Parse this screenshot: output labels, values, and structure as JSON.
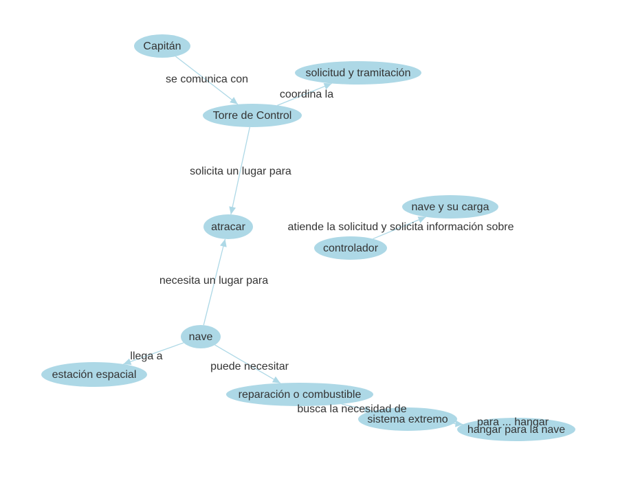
{
  "colors": {
    "node_fill": "#add8e6",
    "edge_stroke": "#add8e6",
    "text": "#333333"
  },
  "nodes": [
    {
      "id": "capitan",
      "label": "Capitán"
    },
    {
      "id": "torre",
      "label": "Torre de Control"
    },
    {
      "id": "solicitud",
      "label": "solicitud y tramitación"
    },
    {
      "id": "atracar",
      "label": "atracar"
    },
    {
      "id": "nave_carga",
      "label": "nave y su carga"
    },
    {
      "id": "controlador",
      "label": "controlador"
    },
    {
      "id": "nave",
      "label": "nave"
    },
    {
      "id": "estacion",
      "label": "estación espacial"
    },
    {
      "id": "reparacion",
      "label": "reparación o combustible"
    },
    {
      "id": "sistema",
      "label": "sistema extremo"
    },
    {
      "id": "hangar",
      "label": "hangar para la nave"
    }
  ],
  "edges": [
    {
      "from": "capitan",
      "to": "torre",
      "label": "se comunica con"
    },
    {
      "from": "torre",
      "to": "solicitud",
      "label": "coordina la"
    },
    {
      "from": "torre",
      "to": "atracar",
      "label": "solicita un lugar para"
    },
    {
      "from": "controlador",
      "to": "nave_carga",
      "label": "atiende la solicitud y solicita información sobre"
    },
    {
      "from": "nave",
      "to": "atracar",
      "label": "necesita un lugar para"
    },
    {
      "from": "nave",
      "to": "estacion",
      "label": "llega a"
    },
    {
      "from": "nave",
      "to": "reparacion",
      "label": "puede necesitar"
    },
    {
      "from": "reparacion",
      "to": "sistema",
      "label": "busca la necesidad de"
    },
    {
      "from": "sistema",
      "to": "hangar",
      "label": "para ... hangar"
    }
  ]
}
